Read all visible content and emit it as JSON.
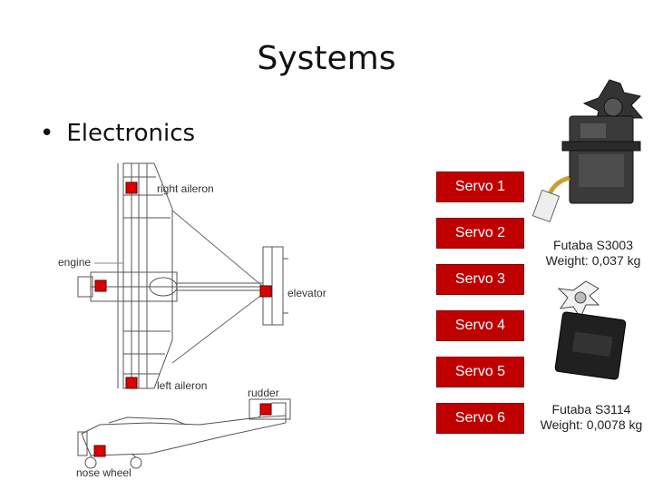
{
  "title": "Systems",
  "bullet": "Electronics",
  "labels": {
    "right_aileron": "right aileron",
    "engine": "engine",
    "elevator": "elevator",
    "left_aileron": "left aileron",
    "rudder": "rudder",
    "nose_wheel": "nose wheel"
  },
  "servos": [
    "Servo 1",
    "Servo 2",
    "Servo 3",
    "Servo 4",
    "Servo 5",
    "Servo 6"
  ],
  "specs": {
    "s3003_name": "Futaba S3003",
    "s3003_weight": "Weight: 0,037 kg",
    "s3114_name": "Futaba S3114",
    "s3114_weight": "Weight: 0,0078 kg"
  },
  "colors": {
    "servo_box": "#c00000",
    "marker": "#dd0000"
  }
}
